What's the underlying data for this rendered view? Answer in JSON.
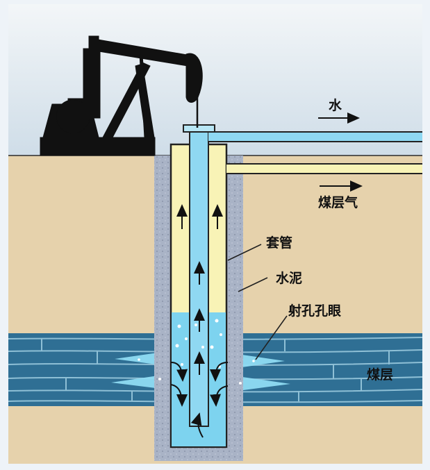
{
  "labels": {
    "water": "水",
    "coalbed_gas": "煤层气",
    "casing": "套管",
    "cement": "水泥",
    "perforations": "射孔孔眼",
    "coal_seam": "煤层"
  },
  "colors": {
    "sky": "#dde7ee",
    "soil": "#e6d2ac",
    "coal": "#2f6f94",
    "cement": "#a9b3c6",
    "annulus_gas": "#f8f3b6",
    "water": "#7dd3ef",
    "pump_silhouette": "#111111"
  },
  "icons": {
    "pump": "pumpjack-silhouette-icon",
    "flow": "arrow-icon"
  }
}
